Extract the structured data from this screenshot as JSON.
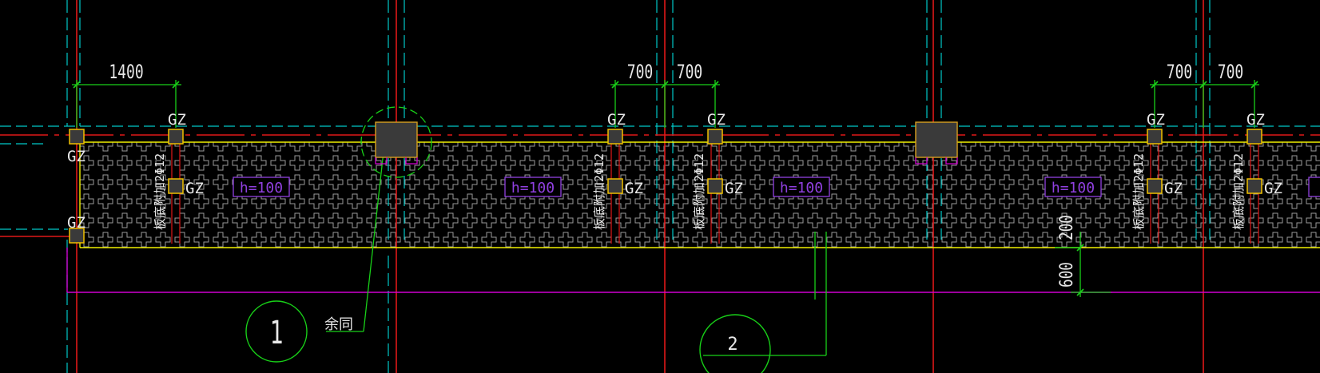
{
  "colors": {
    "background": "#000000",
    "axis_red": "#e01818",
    "dashed_cyan": "#00c8c8",
    "slab_yellow": "#f0f000",
    "dimension_green": "#18d018",
    "column_orange": "#d8a020",
    "column_fill": "#3a3a3a",
    "magenta": "#d000d0",
    "slab_label_purple": "#9040e0",
    "text_white": "#e8e8e8",
    "hatch_gray": "#9a9a9a"
  },
  "dimensions": {
    "d1": "1400",
    "d2": "700",
    "d3": "700",
    "d4": "700",
    "d5": "700",
    "v_upper": "200",
    "v_lower": "600"
  },
  "labels": {
    "gz": "GZ",
    "slab_thickness": "h=100",
    "rebar_note": "板底附加2Φ12",
    "callout_note": "余同",
    "callout_1": "1",
    "callout_2": "2"
  }
}
